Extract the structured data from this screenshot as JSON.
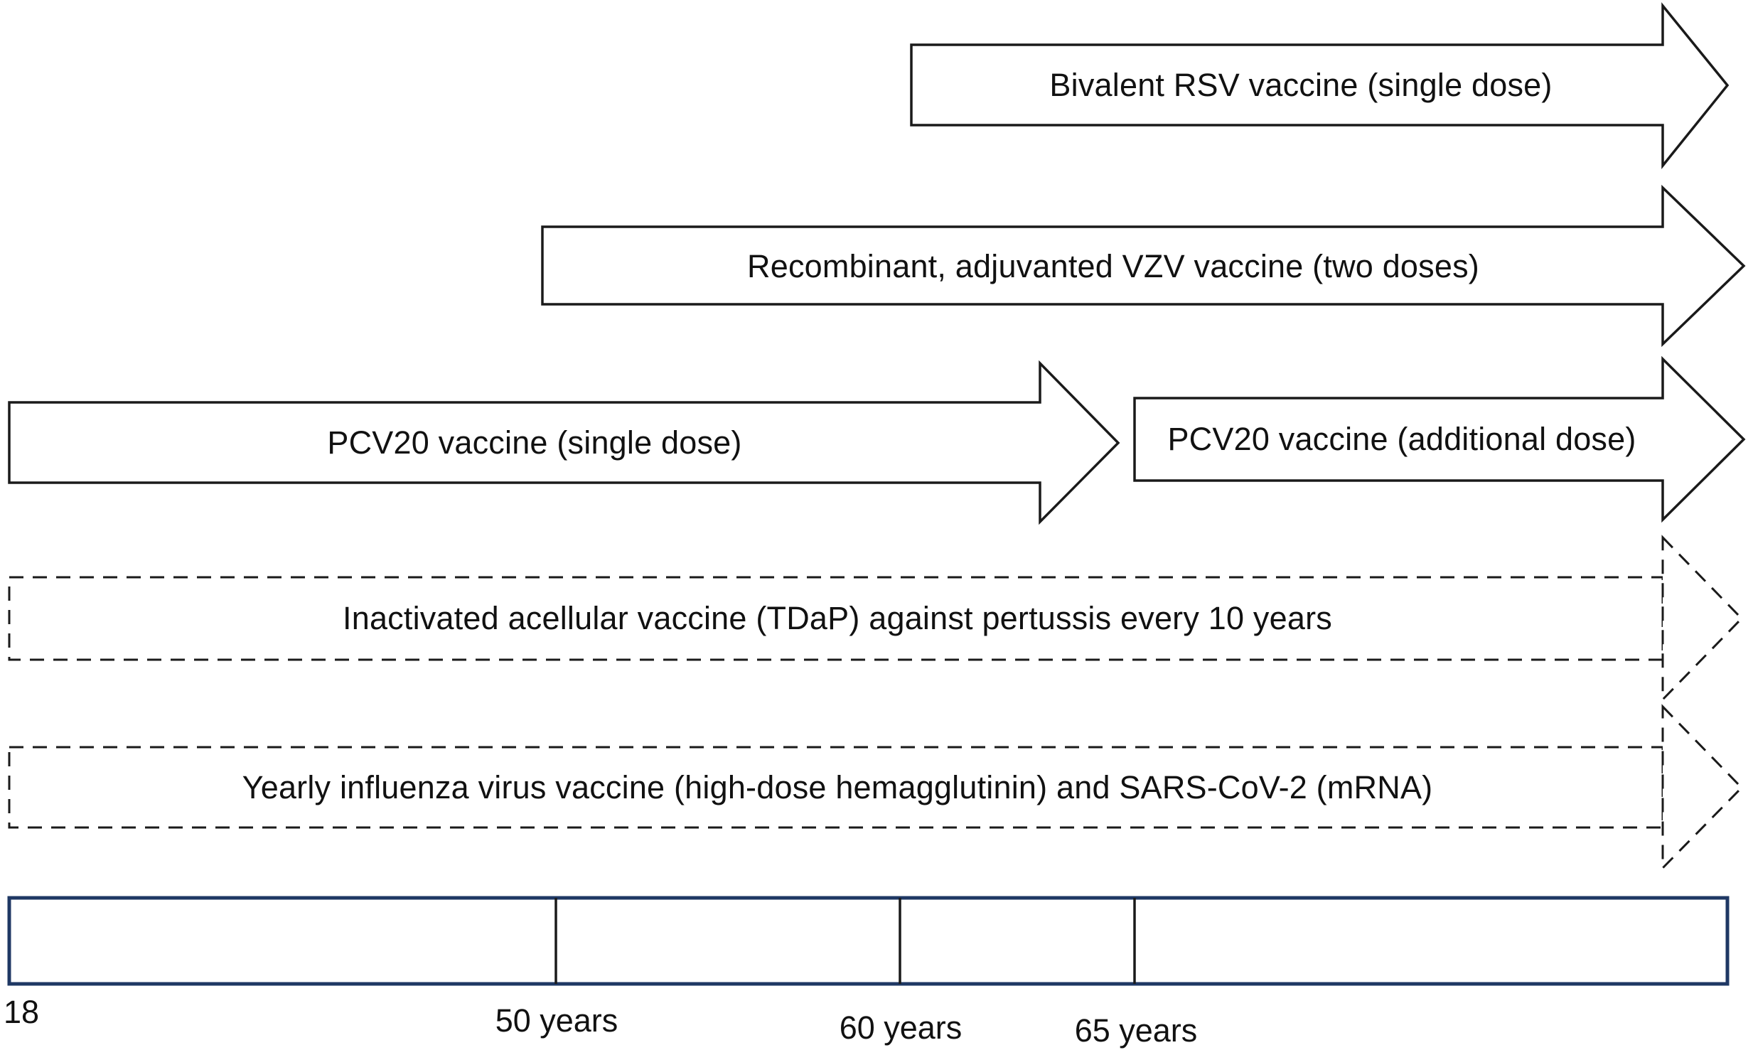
{
  "diagram": {
    "arrows": [
      {
        "name": "rsv",
        "style": "solid",
        "label": "Bivalent RSV vaccine (single dose)"
      },
      {
        "name": "vzv",
        "style": "solid",
        "label": "Recombinant, adjuvanted VZV vaccine (two doses)"
      },
      {
        "name": "pcv20-initial",
        "style": "solid",
        "label": "PCV20 vaccine (single dose)"
      },
      {
        "name": "pcv20-additional",
        "style": "solid",
        "label": "PCV20 vaccine (additional dose)"
      },
      {
        "name": "tdap",
        "style": "dashed",
        "label": "Inactivated acellular vaccine (TDaP) against pertussis every 10 years"
      },
      {
        "name": "influenza-sars-cov-2",
        "style": "dashed",
        "label": "Yearly influenza virus vaccine (high-dose hemagglutinin) and SARS-CoV-2 (mRNA)"
      }
    ],
    "timeline": {
      "start_label": "18",
      "tick_labels": [
        "50 years",
        "60 years",
        "65 years"
      ]
    },
    "colors": {
      "arrow_stroke": "#1a1a1a",
      "timeline_border": "#1f3864",
      "tick_stroke": "#1a1a1a"
    }
  }
}
